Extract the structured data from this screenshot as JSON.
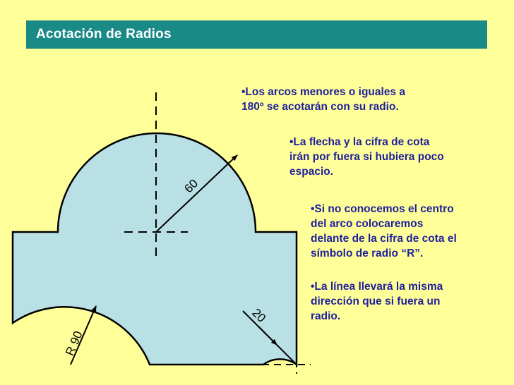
{
  "title": "Acotación de Radios",
  "notes": {
    "n1": [
      "•Los arcos menores o iguales a",
      "180º se acotarán con su radio."
    ],
    "n2": [
      "•La flecha y la cifra de cota",
      "irán por fuera si hubiera poco",
      "espacio."
    ],
    "n3": [
      "•Si no conocemos el centro",
      "del arco colocaremos",
      "delante de la cifra de cota el",
      "símbolo de radio “R”."
    ],
    "n4": [
      "•La línea llevará la misma",
      "dirección que si fuera un",
      "radio."
    ]
  },
  "dimensions": {
    "large_arc": "60",
    "small_arc": "20",
    "quarter_arc": "R 90"
  },
  "colors": {
    "background": "#FFFF99",
    "title_bar": "#1A8A86",
    "shape_fill": "#B9E0E4",
    "note_text": "#1F1F9E"
  }
}
